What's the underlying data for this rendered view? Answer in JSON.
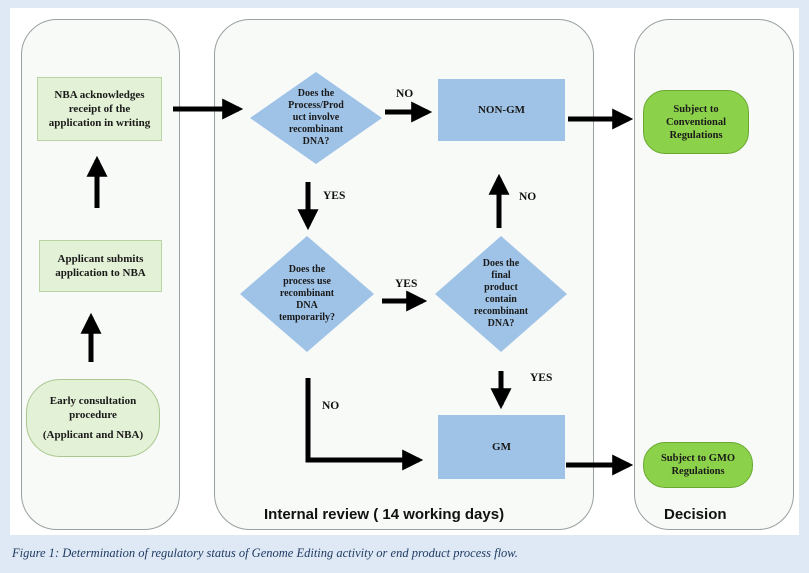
{
  "nodes": {
    "nba_ack": "NBA acknowledges receipt of the application in writing",
    "applicant_submits": "Applicant submits application to NBA",
    "consult_line1": "Early consultation procedure",
    "consult_line2": "(Applicant and NBA)",
    "q_recombinant": "Does the Process/Prod uct involve recombinant DNA?",
    "q_temporary": "Does the process use recombinant DNA temporarily?",
    "q_final": "Does the final product contain recombinant DNA?",
    "non_gm": "NON-GM",
    "gm": "GM",
    "conventional": "Subject to Conventional Regulations",
    "gmo": "Subject to GMO Regulations"
  },
  "edge_labels": {
    "no_top": "NO",
    "yes_down": "YES",
    "yes_mid": "YES",
    "no_up": "NO",
    "yes_down_right": "YES",
    "no_left": "NO"
  },
  "panels": {
    "review_title": "Internal review ( 14 working days)",
    "decision_title": "Decision"
  },
  "caption": {
    "prefix": "Figure 1",
    "text": ": Determination of regulatory status of Genome Editing activity or end product process flow."
  },
  "colors": {
    "background": "#dfe9f5",
    "green_box": "#e3f1d6",
    "blue_shape": "#9fc3e7",
    "green_pill": "#8cd14a",
    "caption": "#1f3b63"
  }
}
